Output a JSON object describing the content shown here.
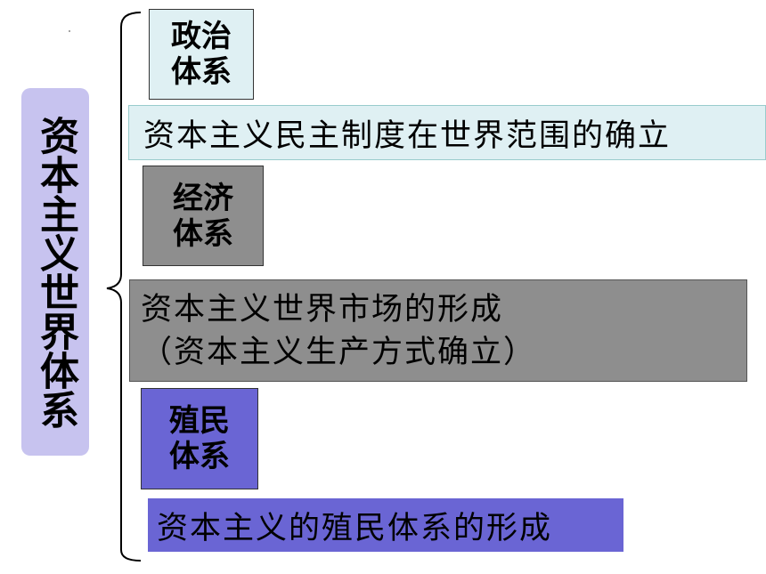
{
  "root": {
    "label": "资本主义世界体系",
    "color": "#c7c3ef"
  },
  "branches": [
    {
      "system_label": "政治体系",
      "system_color": "#dff0f3",
      "description": "资本主义民主制度在世界范围的确立",
      "description_color": "#dff0f3"
    },
    {
      "system_label": "经济体系",
      "system_color": "#8e8e8e",
      "description": "资本主义世界市场的形成",
      "description_line2": "（资本主义生产方式确立）",
      "description_color": "#8e8e8e"
    },
    {
      "system_label": "殖民体系",
      "system_color": "#6a65d4",
      "description": "资本主义的殖民体系的形成",
      "description_color": "#6a65d4"
    }
  ]
}
